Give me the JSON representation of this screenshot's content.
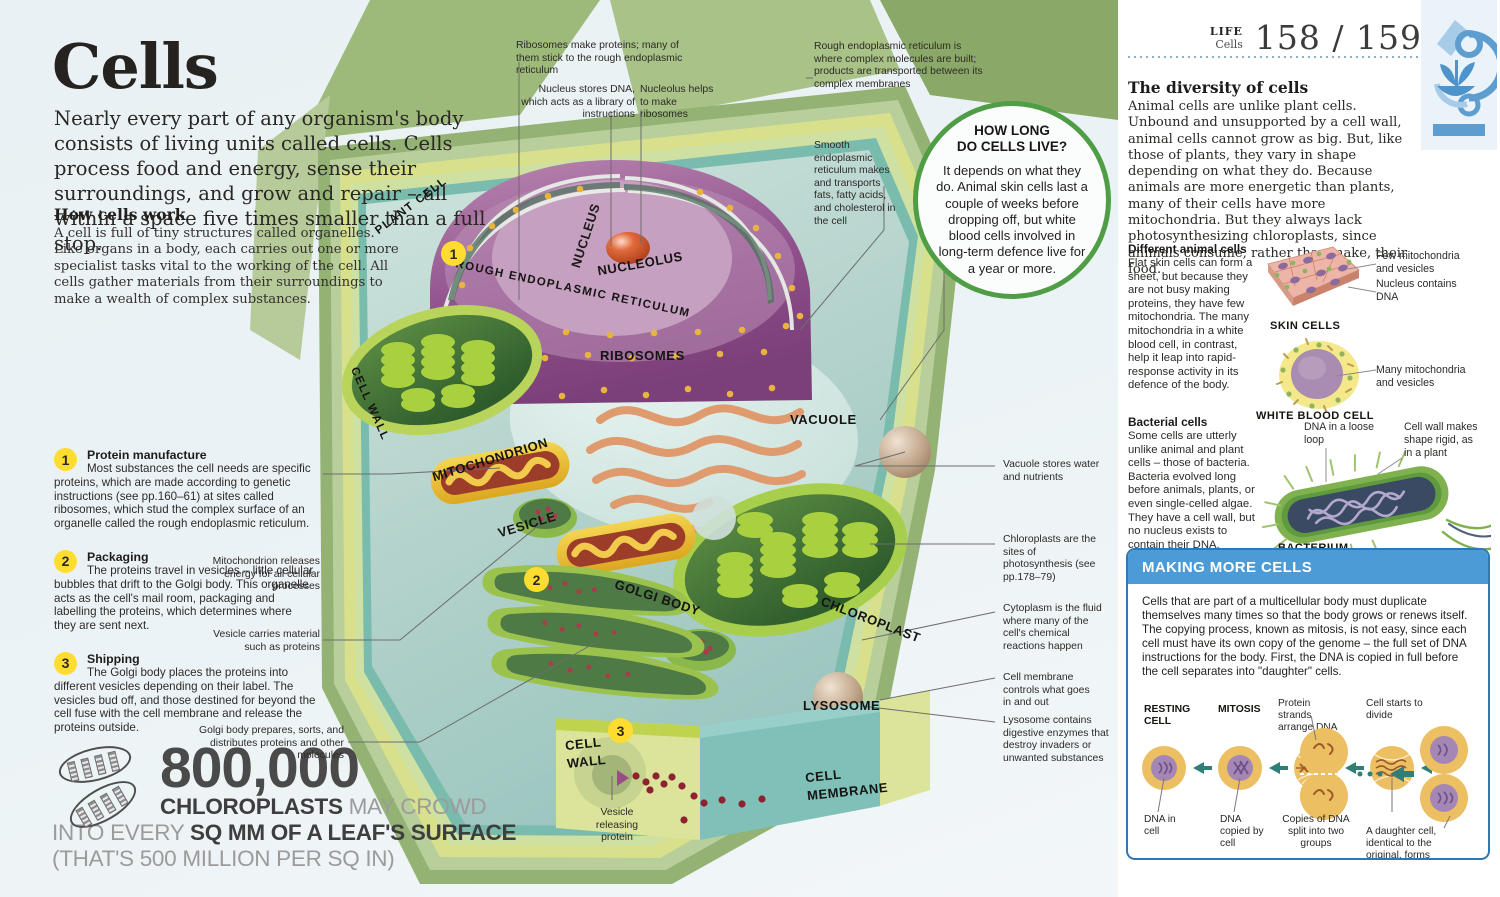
{
  "left": {
    "title": "Cells",
    "lede": "Nearly every part of any organism's body consists of living units called cells. Cells process food and energy, sense their surroundings, and grow and repair – all within a space five times smaller than a full stop.",
    "subhead": "How cells work",
    "subbody": "A cell is full of tiny structures called organelles. Like organs in a body, each carries out one or more specialist tasks vital to the working of the cell. All cells gather materials from their surroundings to make a wealth of complex substances.",
    "steps": [
      {
        "num": "1",
        "title": "Protein manufacture",
        "body": "Most substances the cell needs are specific proteins, which are made according to genetic instructions (see pp.160–61) at sites called ribosomes, which stud the complex surface of an organelle called the rough endoplasmic reticulum."
      },
      {
        "num": "2",
        "title": "Packaging",
        "body": "The proteins travel in vesicles – little cellular bubbles that drift to the Golgi body. This organelle acts as the cell's mail room, packaging and labelling the proteins, which determines where they are sent next."
      },
      {
        "num": "3",
        "title": "Shipping",
        "body": "The Golgi body places the proteins into different vesicles depending on their label. The vesicles bud off, and those destined for beyond the cell fuse with the cell membrane and release the proteins outside."
      }
    ],
    "stat": {
      "number": "800,000",
      "line1_bold": "CHLOROPLASTS",
      "line1_rest": " MAY CROWD",
      "line2_pre": "INTO EVERY ",
      "line2_bold": "SQ MM OF A LEAF'S SURFACE",
      "line3": "(THAT'S 500 MILLION PER SQ IN)"
    },
    "callout": {
      "title": "HOW LONG\nDO CELLS LIVE?",
      "body": "It depends on what they do. Animal skin cells last a couple of weeks before dropping off, but white blood cells involved in long-term defence live for a year or more."
    },
    "annotations": {
      "ribosomes": "Ribosomes make proteins; many of them stick to the rough endoplasmic reticulum",
      "nucleus": "Nucleus stores DNA, which acts as a library of instructions",
      "nucleolus": "Nucleolus helps to make ribosomes",
      "rough_er": "Rough endoplasmic reticulum is where complex molecules are built; products are transported between its complex membranes",
      "smooth_er": "Smooth endoplasmic reticulum makes and transports fats, fatty acids, and cholesterol in the cell",
      "vacuole": "Vacuole stores water and nutrients",
      "chloroplasts": "Chloroplasts are the sites of photosynthesis (see pp.178–79)",
      "cytoplasm": "Cytoplasm is the fluid where many of the cell's chemical reactions happen",
      "cell_membrane": "Cell membrane controls what goes in and out",
      "lysosome": "Lysosome contains digestive enzymes that destroy invaders or unwanted substances",
      "mitochondrion": "Mitochondrion releases energy for all cellular processes",
      "vesicle": "Vesicle carries material such as proteins",
      "golgi": "Golgi body prepares, sorts, and distributes proteins and other molecules",
      "vesicle_release": "Vesicle releasing protein"
    },
    "art_labels": {
      "plant_cell": "PLANT CELL",
      "cell_wall_left": "CELL WALL",
      "nucleus": "NUCLEUS",
      "nucleolus": "NUCLEOLUS",
      "rough_er": "ROUGH ENDOPLASMIC RETICULUM",
      "ribosomes": "RIBOSOMES",
      "vacuole": "VACUOLE",
      "mitochondrion": "MITOCHONDRION",
      "vesicle": "VESICLE",
      "golgi_body": "GOLGI BODY",
      "chloroplast": "CHLOROPLAST",
      "lysosome": "LYSOSOME",
      "cell_wall_bottom": "CELL\nWALL",
      "cell_membrane": "CELL\nMEMBRANE"
    }
  },
  "right": {
    "kicker_top": "LIFE",
    "kicker_bottom": "Cells",
    "folio": "158 / 159",
    "heading": "The diversity of cells",
    "body": "Animal cells are unlike plant cells. Unbound and unsupported by a cell wall, animal cells cannot grow as big. But, like those of plants, they vary in shape depending on what they do. Because animals are more energetic than plants, many of their cells have more mitochondria. But they always lack photosynthesizing chloroplasts, since animals consume, rather than make, their food.",
    "animal": {
      "heading": "Different animal cells",
      "body": "Flat skin cells can form a sheet, but because they are not busy making proteins, they have few mitochondria. The many mitochondria in a white blood cell, in contrast, help it leap into rapid-response activity in its defence of the body."
    },
    "bacterial": {
      "heading": "Bacterial cells",
      "body": "Some cells are utterly unlike animal and plant cells – those of bacteria. Bacteria evolved long before animals, plants, or even single-celled algae. They have a cell wall, but no nucleus exists to contain their DNA."
    },
    "figures": {
      "skin_caption": "SKIN CELLS",
      "skin_lbl1": "Few mitochondria and vesicles",
      "skin_lbl2": "Nucleus contains DNA",
      "wbc_caption": "WHITE BLOOD CELL",
      "wbc_lbl": "Many mitochondria and vesicles",
      "bact_caption": "BACTERIUM",
      "bact_lbl1": "DNA in a loose loop",
      "bact_lbl2": "Cell wall makes shape rigid, as in a plant"
    },
    "bluebox": {
      "title": "MAKING MORE CELLS",
      "body": "Cells that are part of a multicellular body must duplicate themselves many times so that the body grows or renews itself. The copying process, known as mitosis, is not easy, since each cell must have its own copy of the genome – the full set of DNA instructions for the body. First, the DNA is copied in full before the cell separates into \"daughter\" cells.",
      "stage_heads": [
        {
          "text": "RESTING\nCELL"
        },
        {
          "text": "MITOSIS"
        }
      ],
      "top_labels": [
        {
          "text": "Protein strands arrange DNA"
        },
        {
          "text": "Cell starts to divide"
        }
      ],
      "bottom_labels": [
        {
          "text": "DNA in cell"
        },
        {
          "text": "DNA copied by cell"
        },
        {
          "text": "Copies of DNA split into two groups"
        },
        {
          "text": "A daughter cell, identical to the original, forms"
        }
      ]
    }
  },
  "colors": {
    "page_bg": "#eaf2f5",
    "wall_green": "#8fae6e",
    "wall_light": "#aac387",
    "cytoplasm": "#b8d4cd",
    "nucleus_purple": "#a3689b",
    "chloroplast_green": "#9ec93c",
    "accent_yellow": "#ffdd30",
    "blue_panel": "#4d9bd6",
    "blue_border": "#2f78b4",
    "callout_green": "#4f9e46"
  }
}
